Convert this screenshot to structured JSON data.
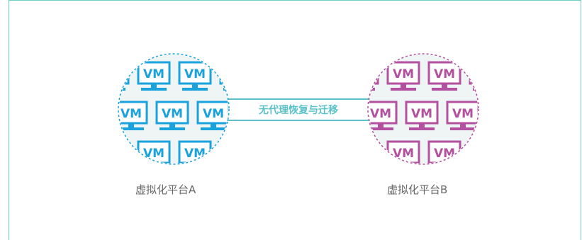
{
  "colors": {
    "frame": "#6fcfc6",
    "platform_a": "#1aa2dc",
    "platform_b": "#b3509f",
    "link": "#5bc2c8",
    "circle_bg": "#eef5f4"
  },
  "diagram": {
    "vm_label": "VM",
    "link_label": "无代理恢复与迁移",
    "platform_a": {
      "label": "虚拟化平台A"
    },
    "platform_b": {
      "label": "虚拟化平台B"
    }
  }
}
